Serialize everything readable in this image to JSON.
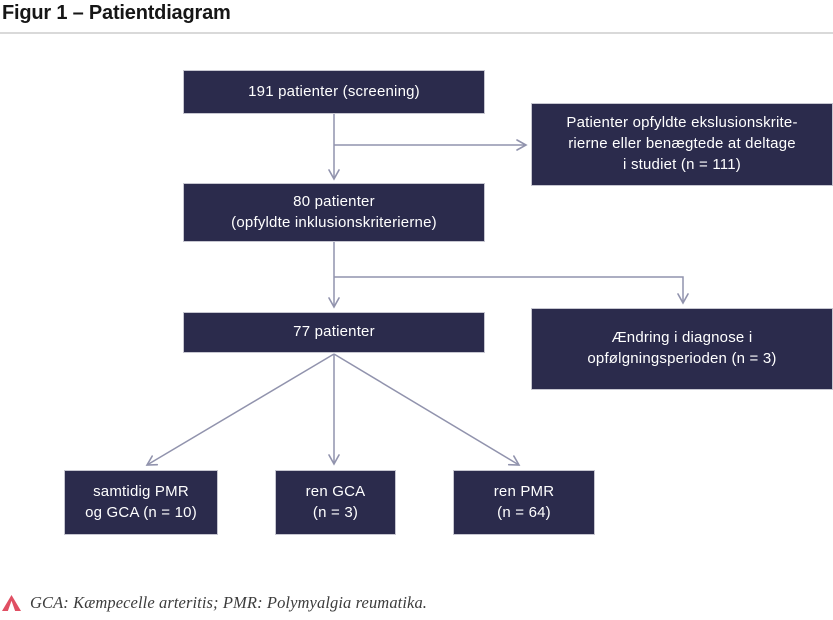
{
  "page": {
    "title": "Figur 1 – Patientdiagram"
  },
  "diagram": {
    "boxes": {
      "screening": "191 patienter (screening)",
      "exclusion": "Patienter opfyldte ekslusionskrite-\nrierne eller benægtede at deltage\ni studiet (n = 111)",
      "inclusion": "80 patienter\n(opfyldte inklusionskriterierne)",
      "followup": "77 patienter",
      "diagnosis_change": "Ændring i diagnose i\nopfølgningsperioden (n = 3)",
      "pmr_and_gca": "samtidig PMR\nog GCA (n = 10)",
      "ren_gca": "ren GCA\n(n = 3)",
      "ren_pmr": "ren PMR\n(n = 64)"
    }
  },
  "footer": {
    "note": "GCA: Kæmpecelle arteritis; PMR: Polymyalgia reumatika.",
    "icon": "chevron-up-icon"
  },
  "colors": {
    "box_fill": "#2b2b4c",
    "box_text": "#ffffff",
    "arrow": "#9193ad",
    "accent_red": "#e04f63",
    "divider": "#d9d9d9",
    "title_text": "#161616"
  }
}
